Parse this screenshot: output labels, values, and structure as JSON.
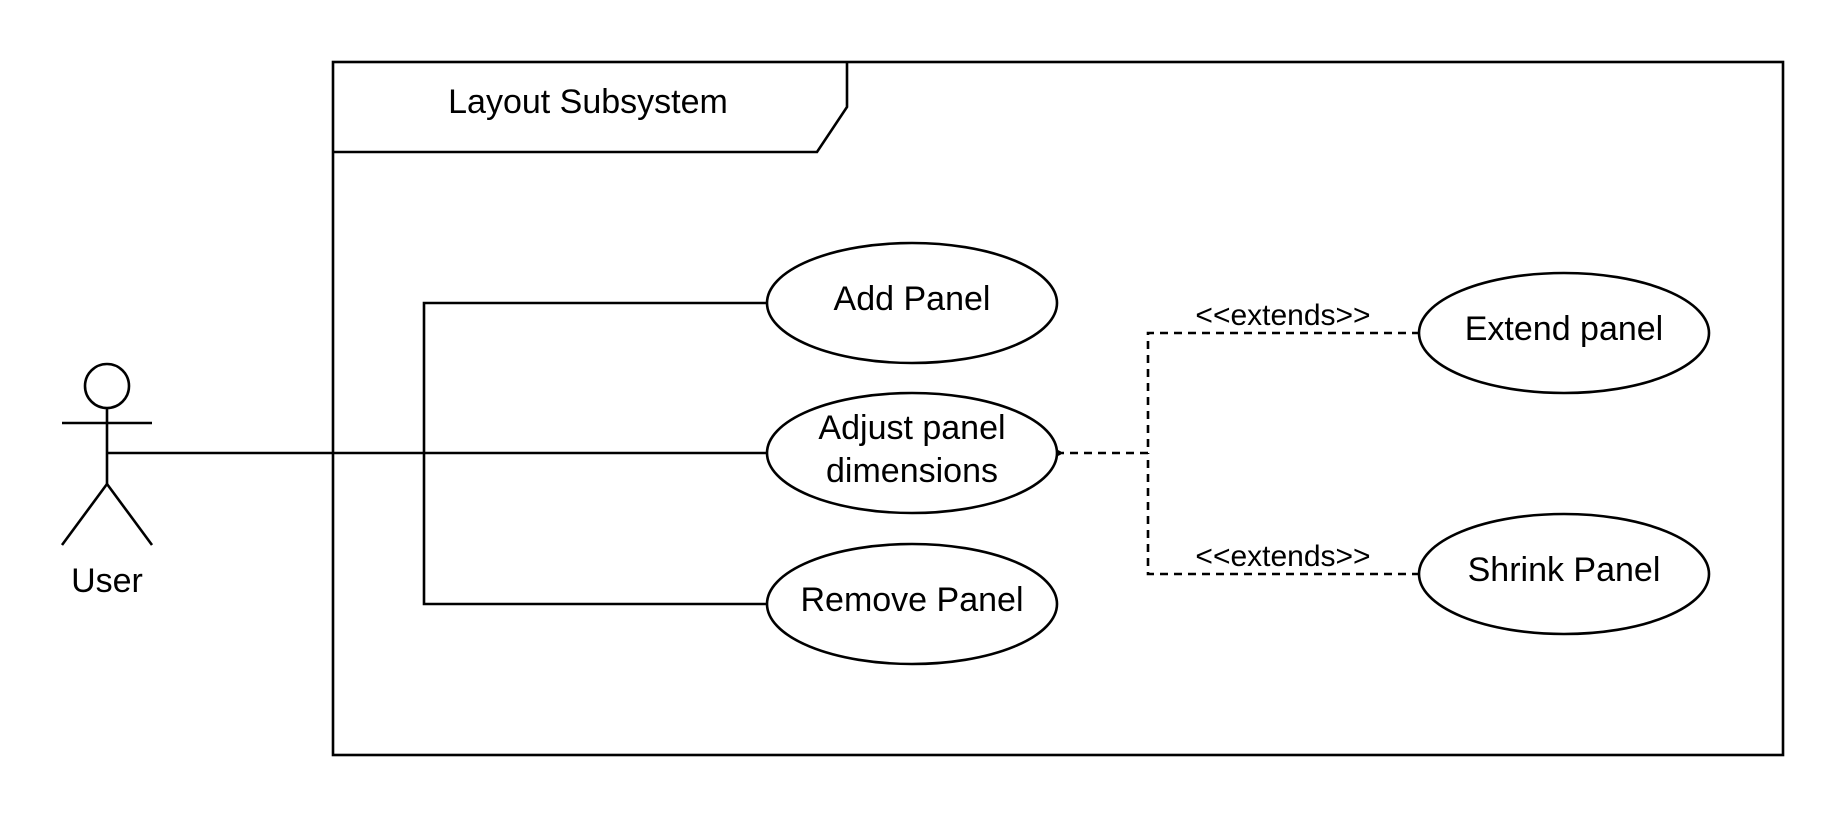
{
  "diagram": {
    "type": "uml-use-case",
    "system": {
      "title": "Layout Subsystem"
    },
    "actor": {
      "label": "User"
    },
    "use_cases": {
      "add_panel": "Add Panel",
      "adjust_panel": {
        "line1": "Adjust panel",
        "line2": "dimensions"
      },
      "remove_panel": "Remove Panel",
      "extend_panel": "Extend panel",
      "shrink_panel": "Shrink Panel"
    },
    "relations": {
      "extend_label_1": "<<extends>>",
      "extend_label_2": "<<extends>>"
    },
    "colors": {
      "stroke": "#000000",
      "background": "#ffffff"
    }
  }
}
